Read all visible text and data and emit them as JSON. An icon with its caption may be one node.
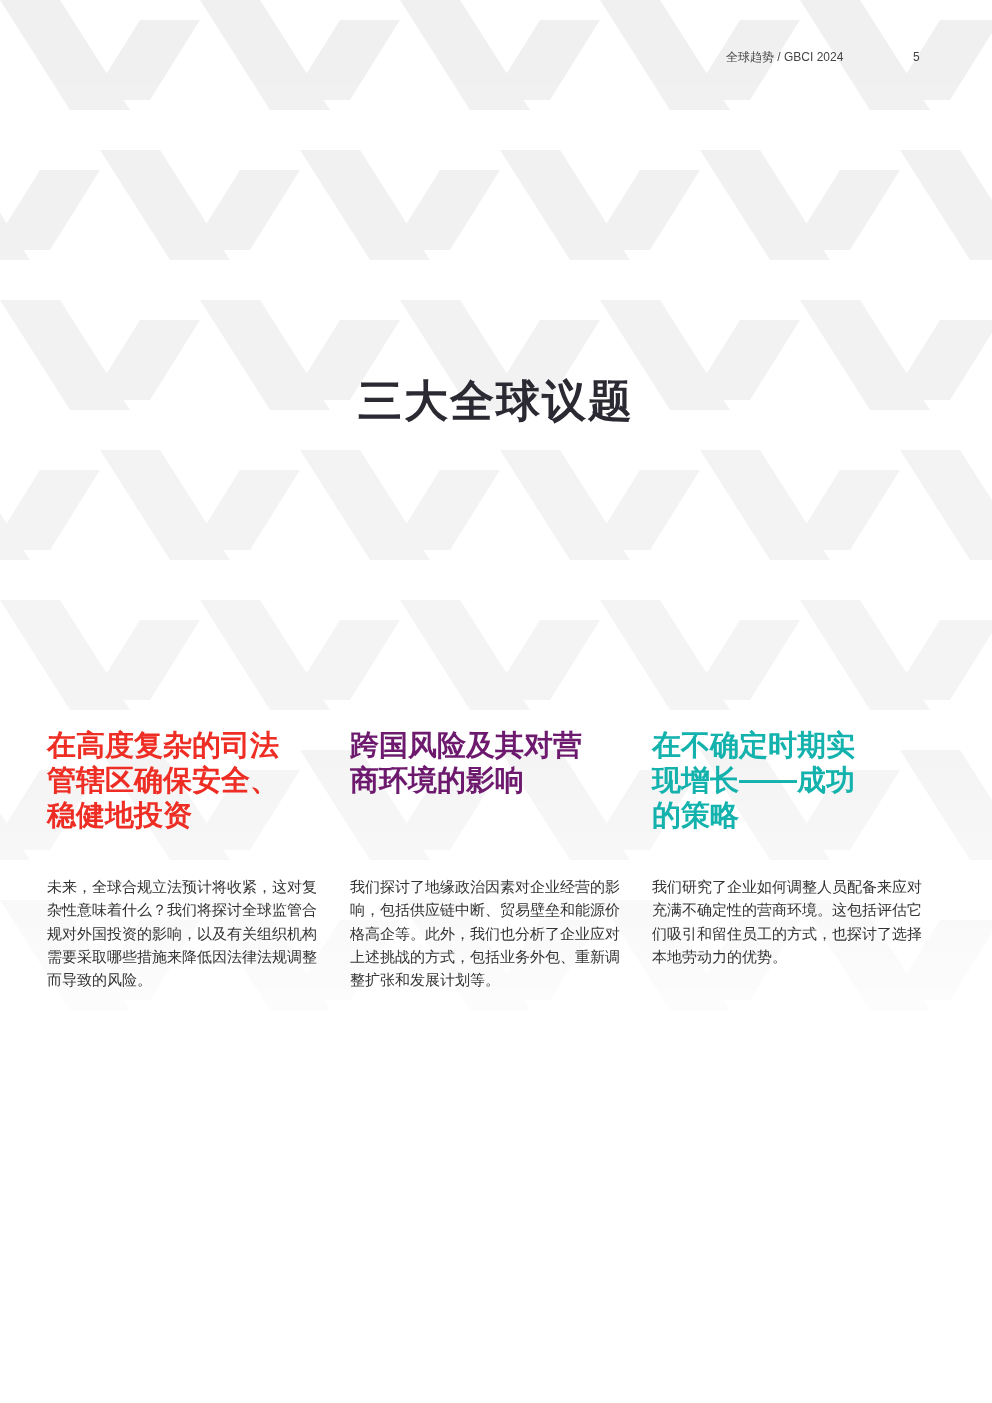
{
  "diagram": {
    "title": "三大全球议题",
    "labels": [
      "全球趋势 / GBCI 2024",
      "5",
      "在高度复杂的司法管辖区确保安全、稳健地投资",
      "未来，全球合规立法预计将收紧，这对复杂性意味着什么？我们将探讨全球监管合规对外国投资的影响，以及有关组织机构需要采取哪些措施来降低因法律法规调整而导致的风险。",
      "跨国风险及其对营商环境的影响",
      "我们探讨了地缘政治因素对企业经营的影响，包括供应链中断、贸易壁垒和能源价格高企等。此外，我们也分析了企业应对上述挑战的方式，包括业务外包、重新调整扩张和发展计划等。",
      "在不确定时期实现增长——成功的策略",
      "我们研究了企业如何调整人员配备来应对充满不确定性的营商环境。这包括评估它们吸引和留住员工的方式，也探讨了选择本地劳动力的优势。"
    ]
  }
}
